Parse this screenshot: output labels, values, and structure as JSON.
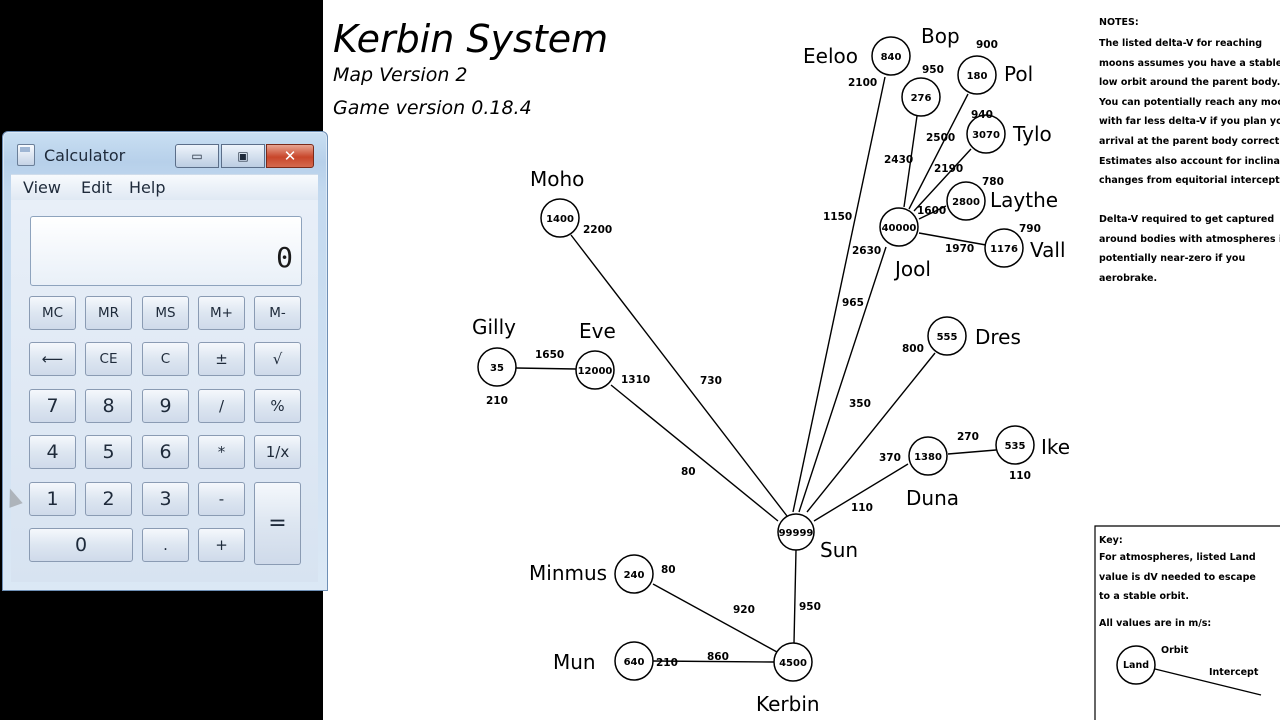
{
  "map": {
    "title": "Kerbin System",
    "version": "Map Version 2",
    "game_version": "Game version 0.18.4",
    "bodies": [
      {
        "id": "sun",
        "name": "Sun",
        "value": "99999"
      },
      {
        "id": "kerbin",
        "name": "Kerbin",
        "value": "4500"
      },
      {
        "id": "mun",
        "name": "Mun",
        "value": "640"
      },
      {
        "id": "minmus",
        "name": "Minmus",
        "value": "240"
      },
      {
        "id": "moho",
        "name": "Moho",
        "value": "1400"
      },
      {
        "id": "eve",
        "name": "Eve",
        "value": "12000"
      },
      {
        "id": "gilly",
        "name": "Gilly",
        "value": "35"
      },
      {
        "id": "duna",
        "name": "Duna",
        "value": "1380"
      },
      {
        "id": "ike",
        "name": "Ike",
        "value": "535"
      },
      {
        "id": "dres",
        "name": "Dres",
        "value": "555"
      },
      {
        "id": "jool",
        "name": "Jool",
        "value": "40000"
      },
      {
        "id": "laythe",
        "name": "Laythe",
        "value": "2800"
      },
      {
        "id": "vall",
        "name": "Vall",
        "value": "1176"
      },
      {
        "id": "tylo",
        "name": "Tylo",
        "value": "3070"
      },
      {
        "id": "bop",
        "name": "Bop",
        "value": "276"
      },
      {
        "id": "pol",
        "name": "Pol",
        "value": "180"
      },
      {
        "id": "eeloo",
        "name": "Eeloo",
        "value": "840"
      }
    ],
    "edge_labels": [
      {
        "id": "kerbin-sun",
        "text": "950"
      },
      {
        "id": "kerbin-mun",
        "text": "860"
      },
      {
        "id": "mun-orbit",
        "text": "210"
      },
      {
        "id": "kerbin-minmus",
        "text": "920"
      },
      {
        "id": "minmus-orbit",
        "text": "80"
      },
      {
        "id": "sun-moho",
        "text": "730"
      },
      {
        "id": "moho-orbit",
        "text": "2200"
      },
      {
        "id": "sun-eve",
        "text": "80"
      },
      {
        "id": "eve-orbit",
        "text": "1310"
      },
      {
        "id": "eve-gilly",
        "text": "1650"
      },
      {
        "id": "gilly-orbit",
        "text": "210"
      },
      {
        "id": "sun-duna",
        "text": "110"
      },
      {
        "id": "duna-orbit",
        "text": "370"
      },
      {
        "id": "duna-ike",
        "text": "270"
      },
      {
        "id": "ike-orbit",
        "text": "110"
      },
      {
        "id": "sun-dres",
        "text": "350"
      },
      {
        "id": "dres-orbit",
        "text": "800"
      },
      {
        "id": "sun-jool",
        "text": "965"
      },
      {
        "id": "jool-orbit",
        "text": "2630"
      },
      {
        "id": "sun-eeloo",
        "text": "1150"
      },
      {
        "id": "eeloo-orbit",
        "text": "2100"
      },
      {
        "id": "jool-laythe",
        "text": "1600"
      },
      {
        "id": "laythe-orbit",
        "text": "780"
      },
      {
        "id": "jool-vall",
        "text": "1970"
      },
      {
        "id": "vall-orbit",
        "text": "790"
      },
      {
        "id": "jool-tylo",
        "text": "2190"
      },
      {
        "id": "tylo-orbit",
        "text": "940"
      },
      {
        "id": "jool-bop",
        "text": "2430"
      },
      {
        "id": "bop-orbit",
        "text": "950"
      },
      {
        "id": "jool-pol",
        "text": "2500"
      },
      {
        "id": "pol-orbit",
        "text": "900"
      }
    ],
    "notes": [
      "NOTES:",
      "The listed delta-V for reaching",
      "moons assumes you have a stable",
      "low orbit around the parent body.",
      "You can potentially reach any moon",
      "with far less delta-V if you plan your",
      "arrival at the parent body correctly.",
      "Estimates also account for inclination",
      "changes from equitorial intercept.",
      "",
      "Delta-V required to get captured",
      "around bodies with atmospheres is",
      "potentially near-zero if you",
      "aerobrake."
    ],
    "key": {
      "title": "Key:",
      "lines": [
        "For atmospheres, listed Land",
        "value is dV needed to escape",
        "to a stable orbit.",
        "",
        "All values are in m/s:"
      ],
      "land": "Land",
      "orbit": "Orbit",
      "intercept": "Intercept"
    }
  },
  "calculator": {
    "title": "Calculator",
    "menu": [
      "View",
      "Edit",
      "Help"
    ],
    "display": "0",
    "buttons": {
      "mc": "MC",
      "mr": "MR",
      "ms": "MS",
      "mplus": "M+",
      "mminus": "M-",
      "back": "⟵",
      "ce": "CE",
      "c": "C",
      "plusminus": "±",
      "sqrt": "√",
      "n7": "7",
      "n8": "8",
      "n9": "9",
      "div": "/",
      "pct": "%",
      "n4": "4",
      "n5": "5",
      "n6": "6",
      "mul": "*",
      "recip": "1/x",
      "n1": "1",
      "n2": "2",
      "n3": "3",
      "sub": "-",
      "eq": "=",
      "n0": "0",
      "dot": ".",
      "add": "+"
    },
    "window_buttons": {
      "minimize": "▭",
      "maximize": "▣",
      "close": "✕"
    }
  }
}
